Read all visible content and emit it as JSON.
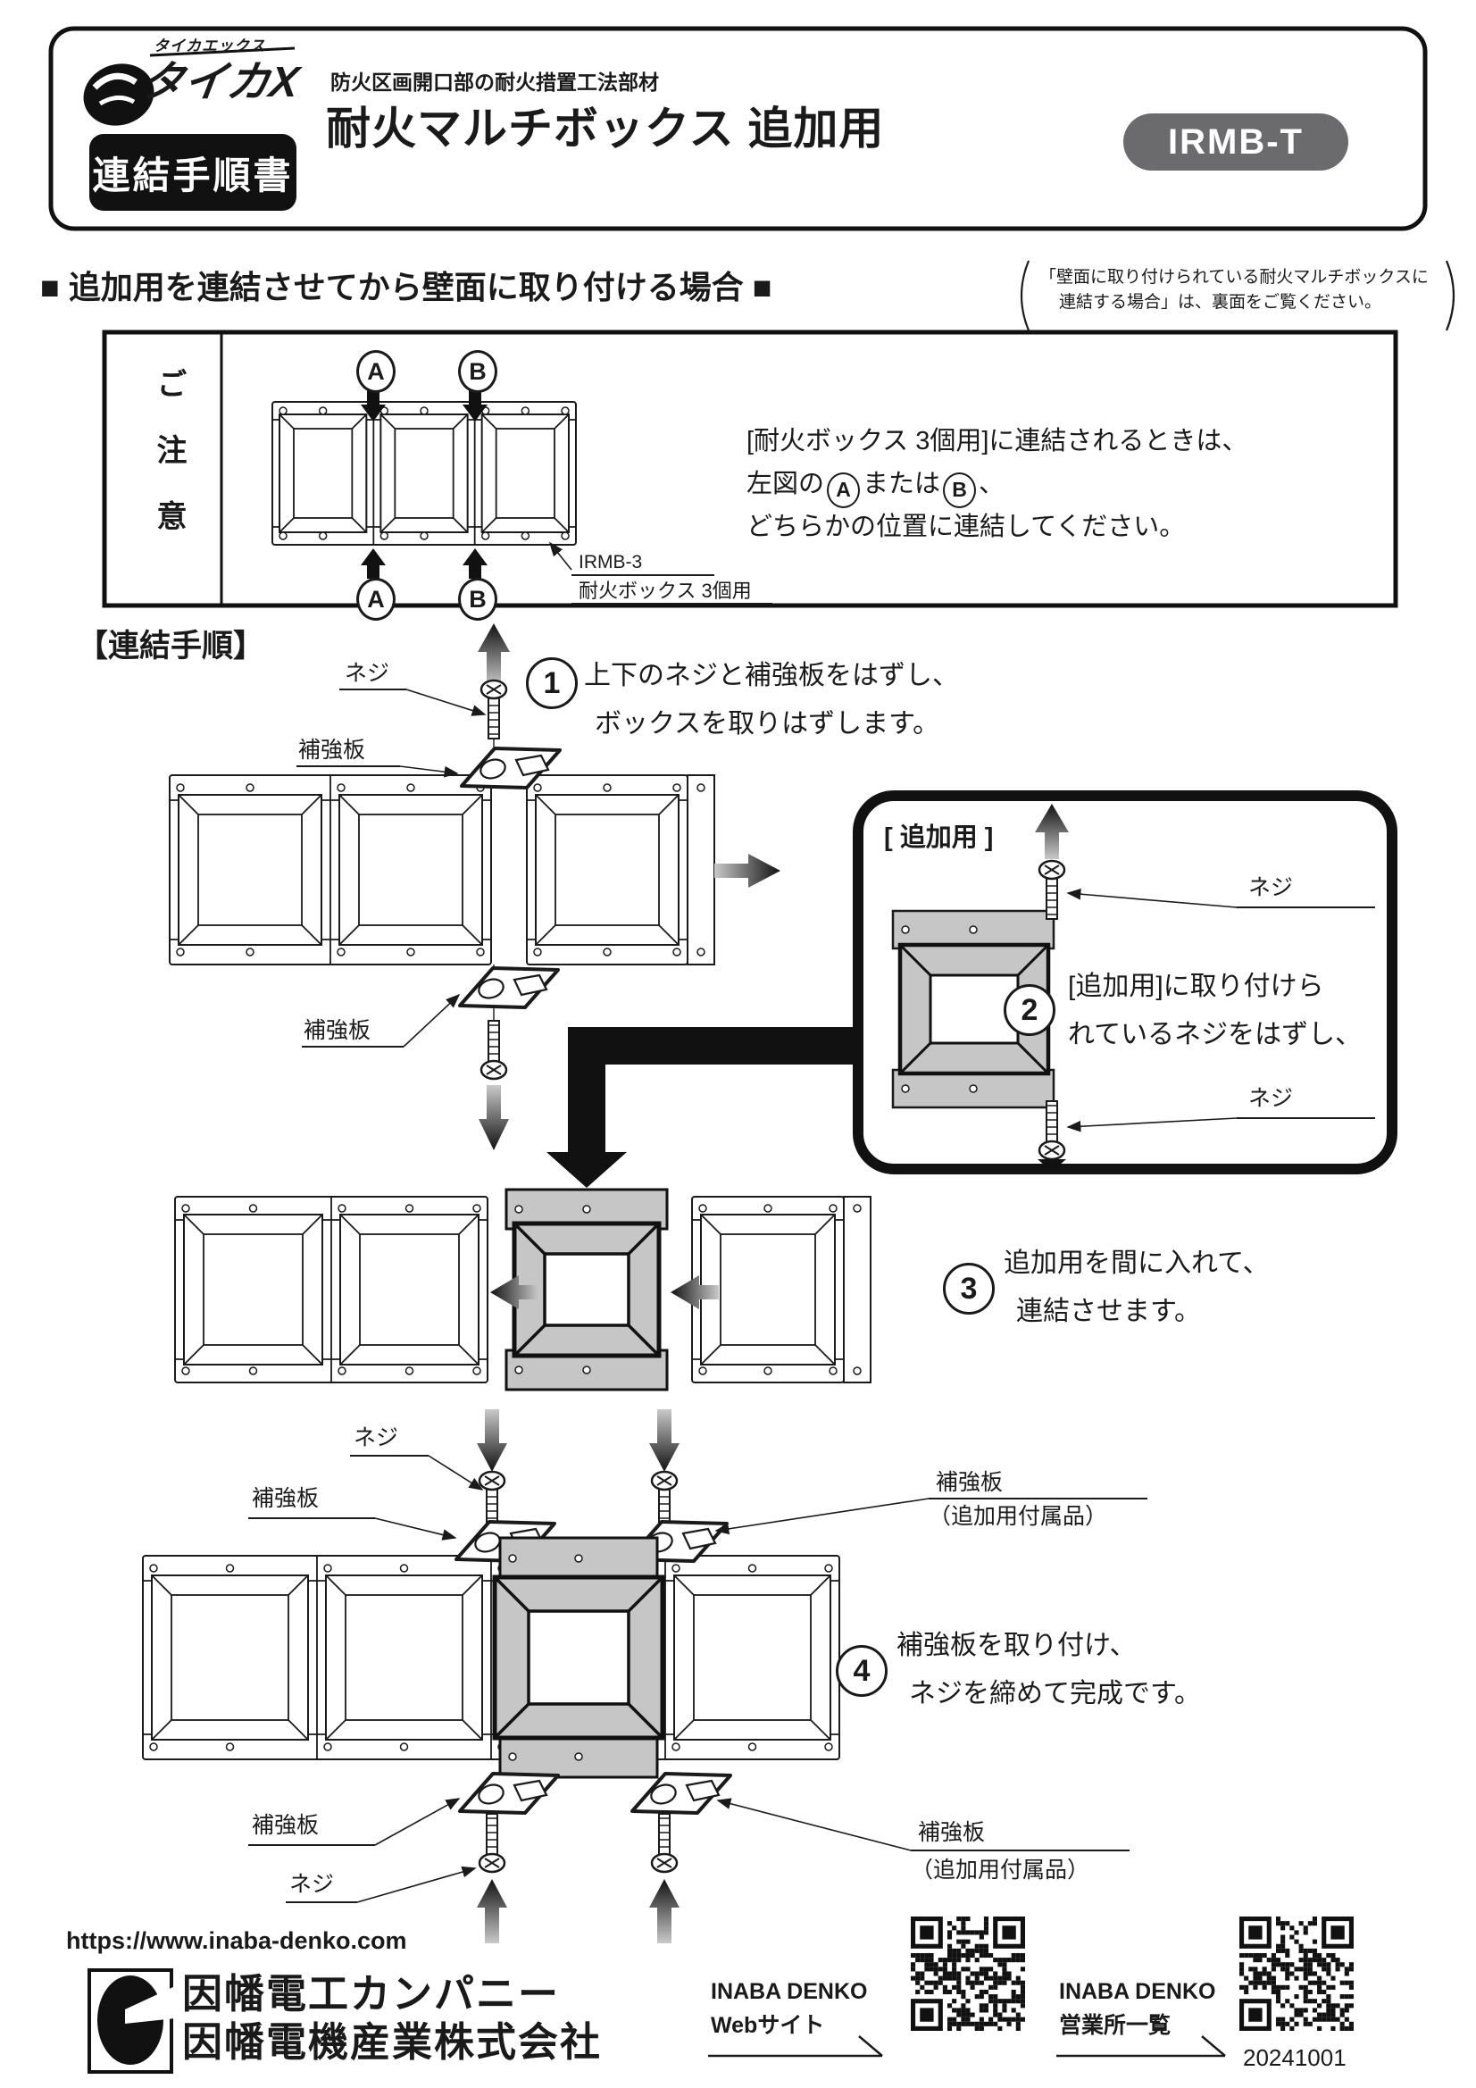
{
  "header": {
    "brand_small": "タイカエックス",
    "brand_name": "タイカX",
    "doc_type": "連結手順書",
    "subtitle": "防火区画開口部の耐火措置工法部材",
    "title": "耐火マルチボックス 追加用",
    "model": "IRMB-T"
  },
  "section": {
    "heading": "■ 追加用を連結させてから壁面に取り付ける場合 ■",
    "note_line1": "「壁面に取り付けられている耐火マルチボックスに",
    "note_line2": "連結する場合」は、裏面をご覧ください。"
  },
  "caution": {
    "label": "ご注意",
    "marker_a": "A",
    "marker_b": "B",
    "callout_model": "IRMB-3",
    "callout_name": "耐火ボックス 3個用",
    "line1": "[耐火ボックス 3個用]に連結されるときは、",
    "line2_pre": "左図の",
    "line2_mid": "または",
    "line2_post": "、",
    "line3": "どちらかの位置に連結してください。"
  },
  "procedure": {
    "heading": "【連結手順】",
    "labels": {
      "screw": "ネジ",
      "plate": "補強板",
      "plate_acc1": "補強板",
      "plate_acc2": "（追加用付属品）"
    },
    "step1": {
      "num": "1",
      "line1": "上下のネジと補強板をはずし、",
      "line2": "ボックスを取りはずします。"
    },
    "step2": {
      "num": "2",
      "box_label": "[ 追加用 ]",
      "line1": "[追加用]に取り付けら",
      "line2": "れているネジをはずし、"
    },
    "step3": {
      "num": "3",
      "line1": "追加用を間に入れて、",
      "line2": "連結させます。"
    },
    "step4": {
      "num": "4",
      "line1": "補強板を取り付け、",
      "line2": "ネジを締めて完成です。"
    }
  },
  "footer": {
    "url": "https://www.inaba-denko.com",
    "company_line1": "因幡電工カンパニー",
    "company_line2": "因幡電機産業株式会社",
    "web_line1": "INABA DENKO",
    "web_line2": "Webサイト",
    "offices_line1": "INABA DENKO",
    "offices_line2": "営業所一覧",
    "date_code": "20241001"
  },
  "colors": {
    "ink": "#1a1a1a",
    "badge_gray": "#6b6b6e",
    "panel_gray": "#c6c6c7"
  }
}
